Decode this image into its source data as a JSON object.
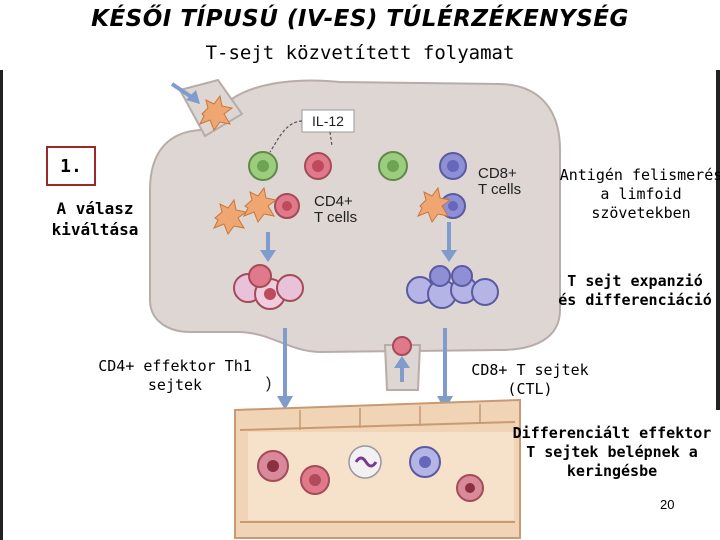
{
  "title": "KÉSŐI TÍPUSÚ (IV-ES) TÚLÉRZÉKENYSÉG",
  "subtitle": "T-sejt közvetített folyamat",
  "step_box": "1.",
  "labels": {
    "induction": "A válasz kiváltása",
    "antigen_recognition": "Antigén felismerés a limfoid szövetekben",
    "expansion": "T sejt expanzió és differenciáció",
    "cd4_effector": "CD4+ effektor Th1 sejtek",
    "cd8_ctl": "CD8+ T sejtek (CTL)",
    "circulation": "Differenciált effektor T sejtek belépnek a keringésbe"
  },
  "figure": {
    "il12": "IL-12",
    "cd4_cells": "CD4+ T cells",
    "cd8_cells": "CD8+ T cells",
    "paren": ")"
  },
  "page_number": "20",
  "colors": {
    "lymph_node": "#ddd6d2",
    "lymph_node_edge": "#b9aca8",
    "vessel": "#f1d3b5",
    "vessel_edge": "#c79a73",
    "arrow": "#7f9ccc",
    "box_border": "#9a2a2a",
    "cd4_cell": "#e07a8a",
    "cd8_cell": "#8f8fd6"
  },
  "icons": [
    "apc-cell",
    "cd4-t-cell",
    "cd8-t-cell",
    "neutrophil",
    "arrow"
  ]
}
